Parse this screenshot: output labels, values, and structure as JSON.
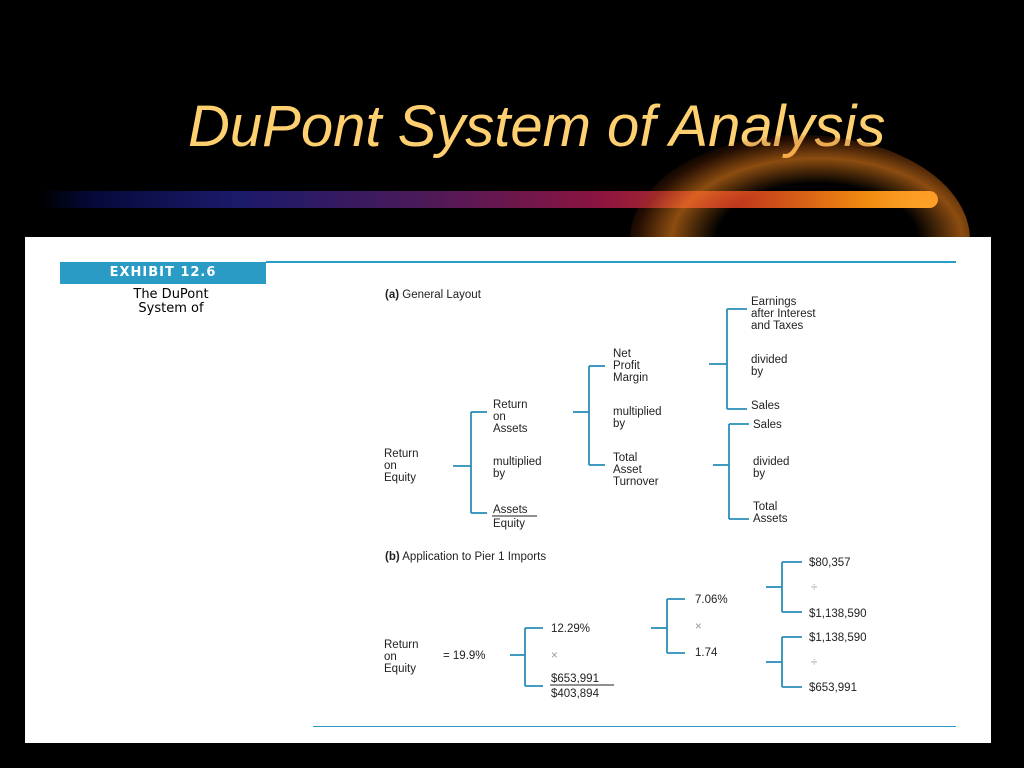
{
  "slide": {
    "title": "DuPont System of Analysis",
    "title_color": "#ffd070",
    "background_color": "#000000"
  },
  "exhibit": {
    "tag": "EXHIBIT 12.6",
    "caption_line1": "The DuPont",
    "caption_line2": "System of",
    "accent_color": "#2a9bc4"
  },
  "section_a": {
    "heading_bold": "(a)",
    "heading_rest": " General Layout",
    "roe": [
      "Return",
      "on",
      "Equity"
    ],
    "roa": [
      "Return",
      "on",
      "Assets"
    ],
    "mult1": [
      "multiplied",
      "by"
    ],
    "assets": "Assets",
    "equity": "Equity",
    "npm": [
      "Net",
      "Profit",
      "Margin"
    ],
    "mult2": [
      "multiplied",
      "by"
    ],
    "tat": [
      "Total",
      "Asset",
      "Turnover"
    ],
    "eait": [
      "Earnings",
      "after Interest",
      "and Taxes"
    ],
    "div1": [
      "divided",
      "by"
    ],
    "sales1": "Sales",
    "sales2": "Sales",
    "div2": [
      "divided",
      "by"
    ],
    "ta": [
      "Total",
      "Assets"
    ]
  },
  "section_b": {
    "heading_bold": "(b)",
    "heading_rest": " Application to Pier 1 Imports",
    "roe": [
      "Return",
      "on",
      "Equity"
    ],
    "roe_value": "= 19.9%",
    "roa_value": "12.29%",
    "times1": "×",
    "assets_value": "$653,991",
    "equity_value": "$403,894",
    "npm_value": "7.06%",
    "times2": "×",
    "tat_value": "1.74",
    "earnings_value": "$80,357",
    "div1": "÷",
    "sales1_value": "$1,138,590",
    "sales2_value": "$1,138,590",
    "div2": "÷",
    "ta_value": "$653,991"
  }
}
